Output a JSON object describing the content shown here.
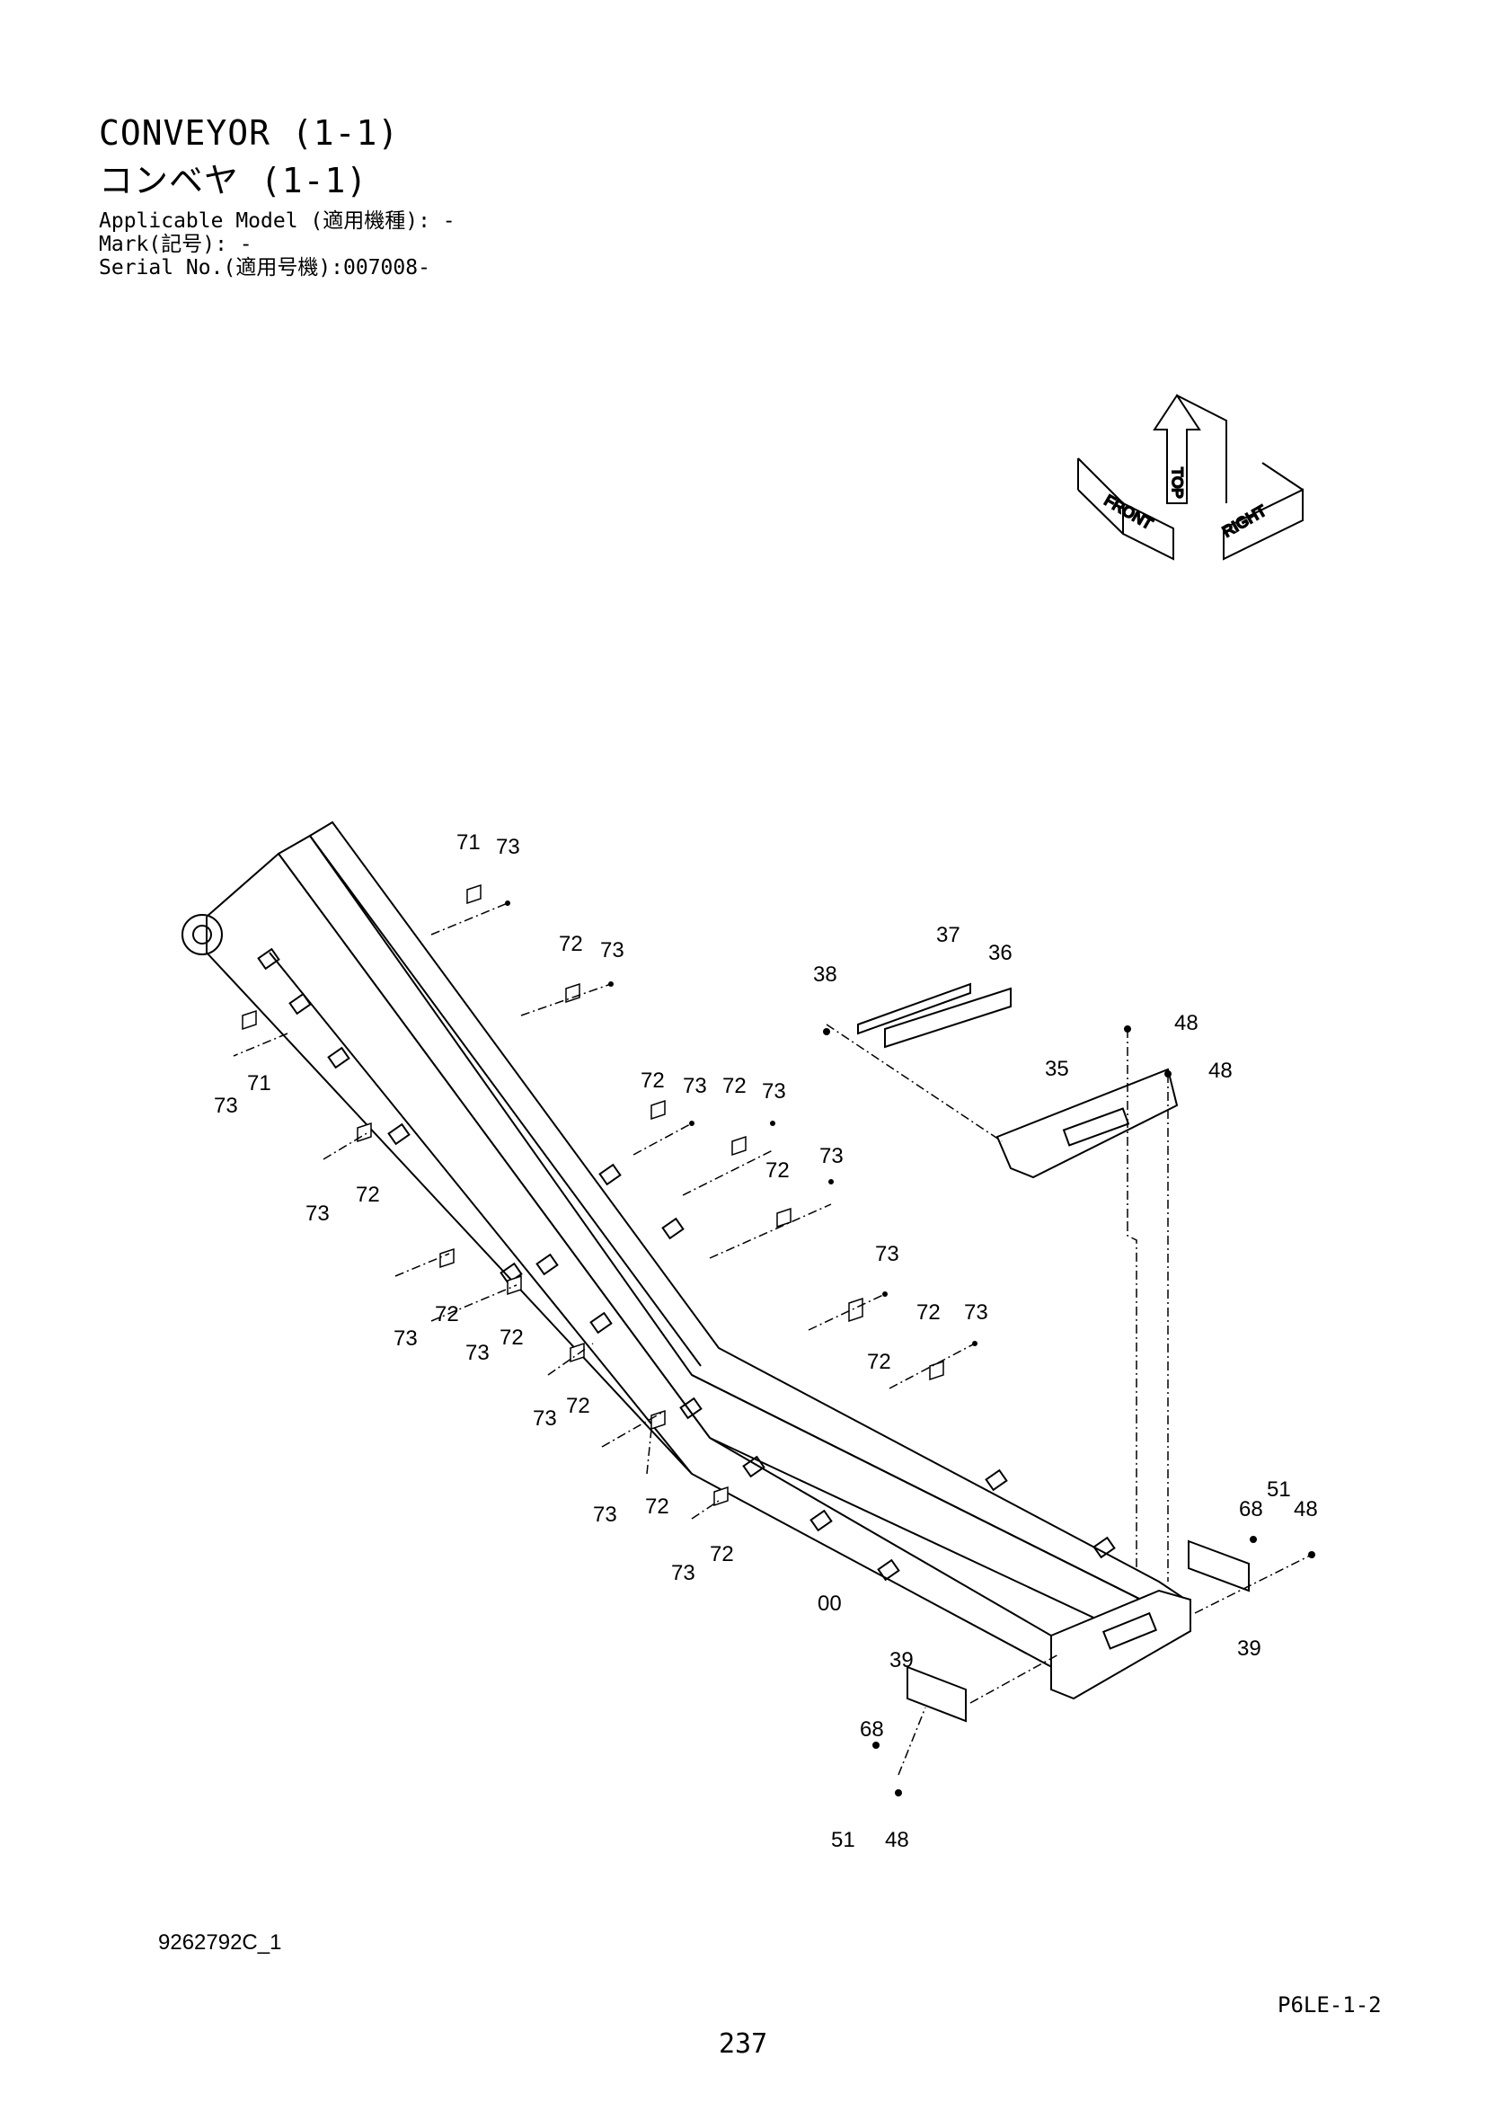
{
  "header": {
    "title_en": "CONVEYOR (1-1)",
    "title_ja": "コンベヤ (1-1)",
    "applicable_model": "Applicable Model (適用機種): -",
    "mark": "Mark(記号): -",
    "serial_no": "Serial No.(適用号機):007008-"
  },
  "orientation": {
    "top": "TOP",
    "front": "FRONT",
    "right": "RIGHT"
  },
  "callouts": [
    {
      "id": "c1",
      "text": "71"
    },
    {
      "id": "c2",
      "text": "73"
    },
    {
      "id": "c3",
      "text": "72"
    },
    {
      "id": "c4",
      "text": "73"
    },
    {
      "id": "c5",
      "text": "37"
    },
    {
      "id": "c6",
      "text": "38"
    },
    {
      "id": "c7",
      "text": "36"
    },
    {
      "id": "c8",
      "text": "48"
    },
    {
      "id": "c9",
      "text": "35"
    },
    {
      "id": "c10",
      "text": "48"
    },
    {
      "id": "c11",
      "text": "73"
    },
    {
      "id": "c12",
      "text": "71"
    },
    {
      "id": "c13",
      "text": "72"
    },
    {
      "id": "c14",
      "text": "73"
    },
    {
      "id": "c15",
      "text": "72"
    },
    {
      "id": "c16",
      "text": "73"
    },
    {
      "id": "c17",
      "text": "73"
    },
    {
      "id": "c18",
      "text": "72"
    },
    {
      "id": "c19",
      "text": "73"
    },
    {
      "id": "c20",
      "text": "72"
    },
    {
      "id": "c21",
      "text": "73"
    },
    {
      "id": "c22",
      "text": "72"
    },
    {
      "id": "c23",
      "text": "73"
    },
    {
      "id": "c24",
      "text": "72"
    },
    {
      "id": "c25",
      "text": "73"
    },
    {
      "id": "c26",
      "text": "72"
    },
    {
      "id": "c27",
      "text": "73"
    },
    {
      "id": "c28",
      "text": "72"
    },
    {
      "id": "c29",
      "text": "73"
    },
    {
      "id": "c30",
      "text": "72"
    },
    {
      "id": "c31",
      "text": "73"
    },
    {
      "id": "c32",
      "text": "72"
    },
    {
      "id": "c33",
      "text": "73"
    },
    {
      "id": "c34",
      "text": "72"
    },
    {
      "id": "c35",
      "text": "00"
    },
    {
      "id": "c36",
      "text": "51"
    },
    {
      "id": "c37",
      "text": "68"
    },
    {
      "id": "c38",
      "text": "48"
    },
    {
      "id": "c39",
      "text": "39"
    },
    {
      "id": "c40",
      "text": "39"
    },
    {
      "id": "c41",
      "text": "68"
    },
    {
      "id": "c42",
      "text": "51"
    },
    {
      "id": "c43",
      "text": "48"
    }
  ],
  "footer": {
    "drawing_no": "9262792C_1",
    "section_code": "P6LE-1-2",
    "page_number": "237"
  }
}
